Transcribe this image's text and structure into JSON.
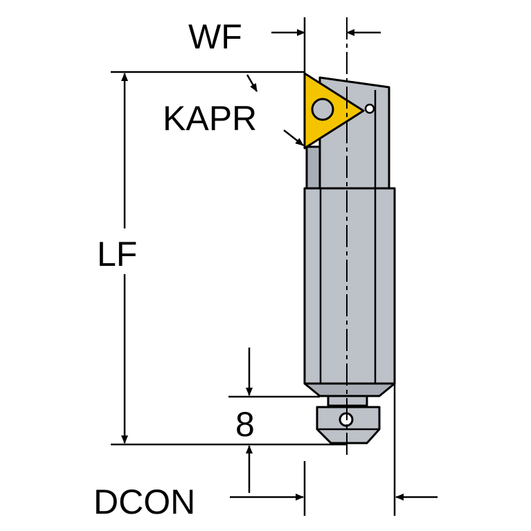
{
  "labels": {
    "wf": "WF",
    "kapr": "KAPR",
    "lf": "LF",
    "eight": "8",
    "dcon": "DCON"
  },
  "colors": {
    "tool_body": "#bdc1c8",
    "tool_body_light": "#c9cdd3",
    "tool_body_dark": "#a9aeb6",
    "insert": "#f5c400",
    "outline": "#000000",
    "background": "#ffffff"
  }
}
